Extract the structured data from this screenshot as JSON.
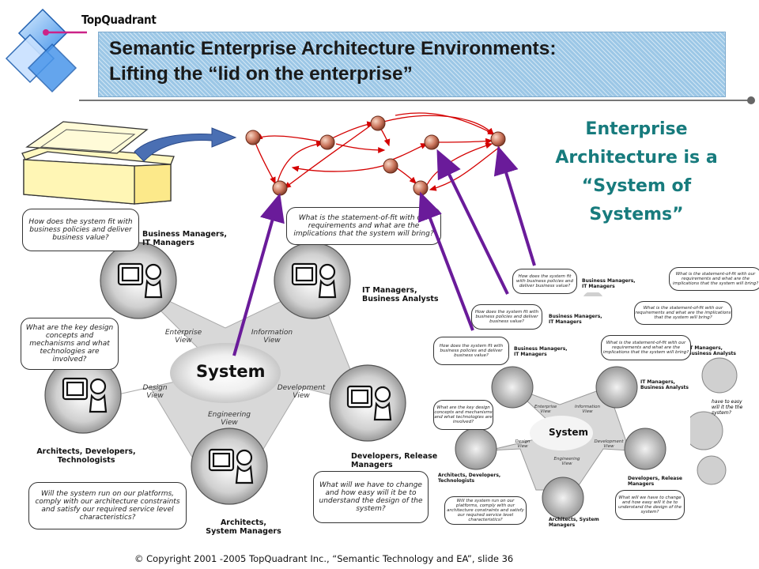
{
  "brand": "TopQuadrant",
  "title": {
    "line1": "Semantic Enterprise Architecture Environments:",
    "line2": "Lifting the “lid on the enterprise”"
  },
  "annotation": {
    "line1": "Enterprise",
    "line2": "Architecture is a",
    "line3": "“System of",
    "line4": "Systems”"
  },
  "footer": "© Copyright 2001 -2005 TopQuadrant Inc., “Semantic Technology and EA”, slide 36",
  "system_diagram": {
    "center": "System",
    "views": {
      "enterprise": "Enterprise View",
      "information": "Information View",
      "design": "Design View",
      "development": "Development View",
      "engineering": "Engineering View"
    },
    "stakeholders": {
      "business": "Business Managers, IT Managers",
      "it": "IT Managers, Business Analysts",
      "architects_dev": "Architects, Developers, Technologists",
      "developers": "Developers, Release Managers",
      "architects_sys": "Architects, System Managers"
    },
    "questions": {
      "business": "How does the system fit with business policies and deliver business value?",
      "it": "What is the statement-of-fit with our requirements and what are the implications that the system will bring?",
      "design": "What are the key design concepts and mechanisms and what technologies are involved?",
      "platform": "Will the system run on our platforms, comply with our architecture constraints and satisfy our required service level characteristics?",
      "developers": "What will we have to change and how easy will it be to understand the design of the system?"
    }
  },
  "colors": {
    "title_band": "#9cc7e6",
    "annotation_text": "#177b7d",
    "network_arrows": "#d40000",
    "pointer_arrows": "#6a1b9a",
    "node_fill": "#c9735a",
    "diamond_blue": "#3d8ee8"
  }
}
